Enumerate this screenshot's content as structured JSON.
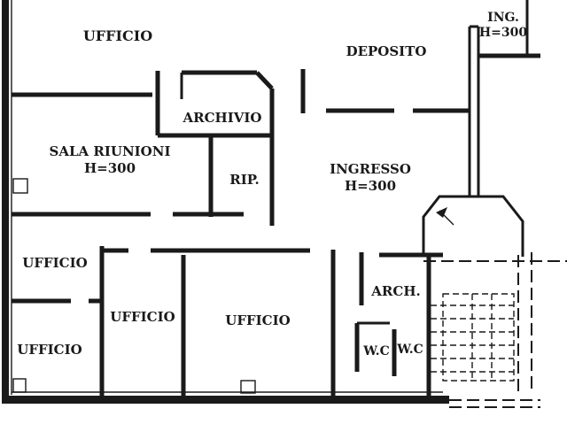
{
  "rooms": {
    "ufficio_top": "UFFICIO",
    "deposito": "DEPOSITO",
    "ingresso_secondario": {
      "name": "ING.",
      "height": "H=300"
    },
    "archivio": "ARCHIVIO",
    "sala_riunioni": {
      "name": "SALA RIUNIONI",
      "height": "H=300"
    },
    "ripostiglio": "RIP.",
    "ingresso": {
      "name": "INGRESSO",
      "height": "H=300"
    },
    "ufficio_left_mid": "UFFICIO",
    "ufficio_left_bottom": "UFFICIO",
    "ufficio_center_left": "UFFICIO",
    "ufficio_center": "UFFICIO",
    "arch": "ARCH.",
    "wc_1": "W.C",
    "wc_2": "W.C"
  }
}
